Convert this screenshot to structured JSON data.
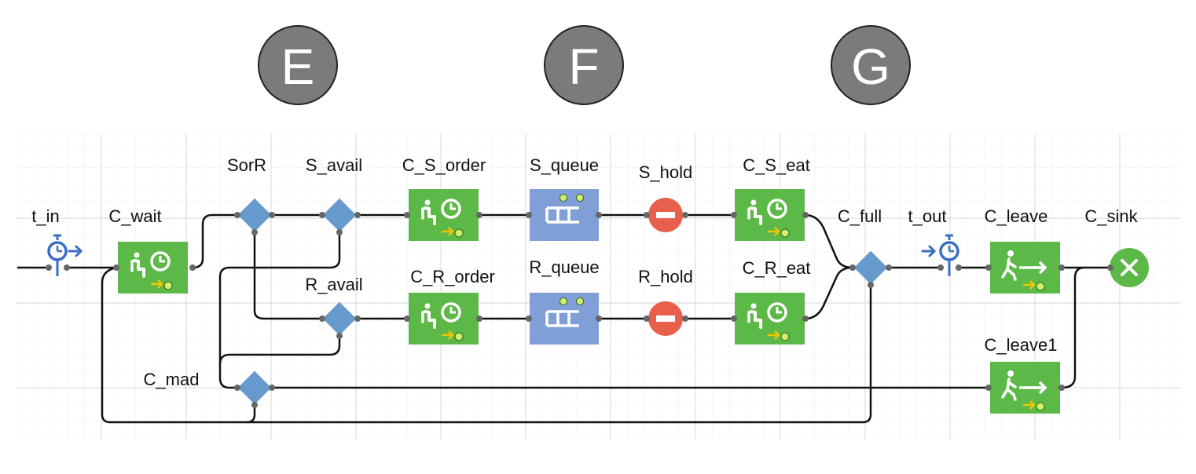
{
  "sections": [
    {
      "letter": "E"
    },
    {
      "letter": "F"
    },
    {
      "letter": "G"
    }
  ],
  "nodes": {
    "t_in": {
      "label": "t_in",
      "type": "time-measure-start",
      "icon": "stopwatch-out-icon"
    },
    "C_wait": {
      "label": "C_wait",
      "type": "delay",
      "icon": "seated-clock-icon"
    },
    "SorR": {
      "label": "SorR",
      "type": "select-output",
      "icon": "diamond-icon"
    },
    "S_avail": {
      "label": "S_avail",
      "type": "select-output",
      "icon": "diamond-icon"
    },
    "R_avail": {
      "label": "R_avail",
      "type": "select-output",
      "icon": "diamond-icon"
    },
    "C_mad": {
      "label": "C_mad",
      "type": "select-output",
      "icon": "diamond-icon"
    },
    "C_S_order": {
      "label": "C_S_order",
      "type": "delay",
      "icon": "seated-clock-icon"
    },
    "C_R_order": {
      "label": "C_R_order",
      "type": "delay",
      "icon": "seated-clock-icon"
    },
    "S_queue": {
      "label": "S_queue",
      "type": "queue",
      "icon": "queue-icon"
    },
    "R_queue": {
      "label": "R_queue",
      "type": "queue",
      "icon": "queue-icon"
    },
    "S_hold": {
      "label": "S_hold",
      "type": "hold",
      "icon": "no-entry-icon"
    },
    "R_hold": {
      "label": "R_hold",
      "type": "hold",
      "icon": "no-entry-icon"
    },
    "C_S_eat": {
      "label": "C_S_eat",
      "type": "delay",
      "icon": "seated-clock-icon"
    },
    "C_R_eat": {
      "label": "C_R_eat",
      "type": "delay",
      "icon": "seated-clock-icon"
    },
    "C_full": {
      "label": "C_full",
      "type": "select-output",
      "icon": "diamond-icon"
    },
    "t_out": {
      "label": "t_out",
      "type": "time-measure-end",
      "icon": "stopwatch-in-icon"
    },
    "C_leave": {
      "label": "C_leave",
      "type": "exit",
      "icon": "walking-exit-icon"
    },
    "C_leave1": {
      "label": "C_leave1",
      "type": "exit",
      "icon": "walking-exit-icon"
    },
    "C_sink": {
      "label": "C_sink",
      "type": "sink",
      "icon": "close-icon"
    }
  },
  "colors": {
    "block_green": "#5cb947",
    "queue_blue": "#7f9fd6",
    "diamond_blue": "#6699cc",
    "hold_red": "#e8604c",
    "sink_green": "#5cb947",
    "section_gray": "#7b7b7b",
    "timer_blue": "#3a6fc4",
    "grid": "#e8e8e8"
  }
}
